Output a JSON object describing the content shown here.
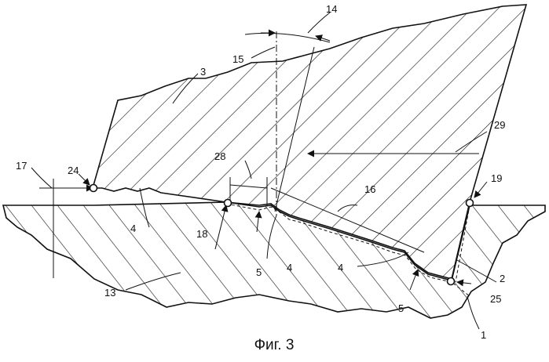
{
  "caption": "Фиг. 3",
  "labels": {
    "l1": "1",
    "l2": "2",
    "l3": "3",
    "l4a": "4",
    "l4b": "4",
    "l4c": "4",
    "l5a": "5",
    "l5b": "5",
    "l13": "13",
    "l14": "14",
    "l15": "15",
    "l16": "16",
    "l17": "17",
    "l18": "18",
    "l19": "19",
    "l24": "24",
    "l25": "25",
    "l28": "28",
    "l29": "29"
  }
}
